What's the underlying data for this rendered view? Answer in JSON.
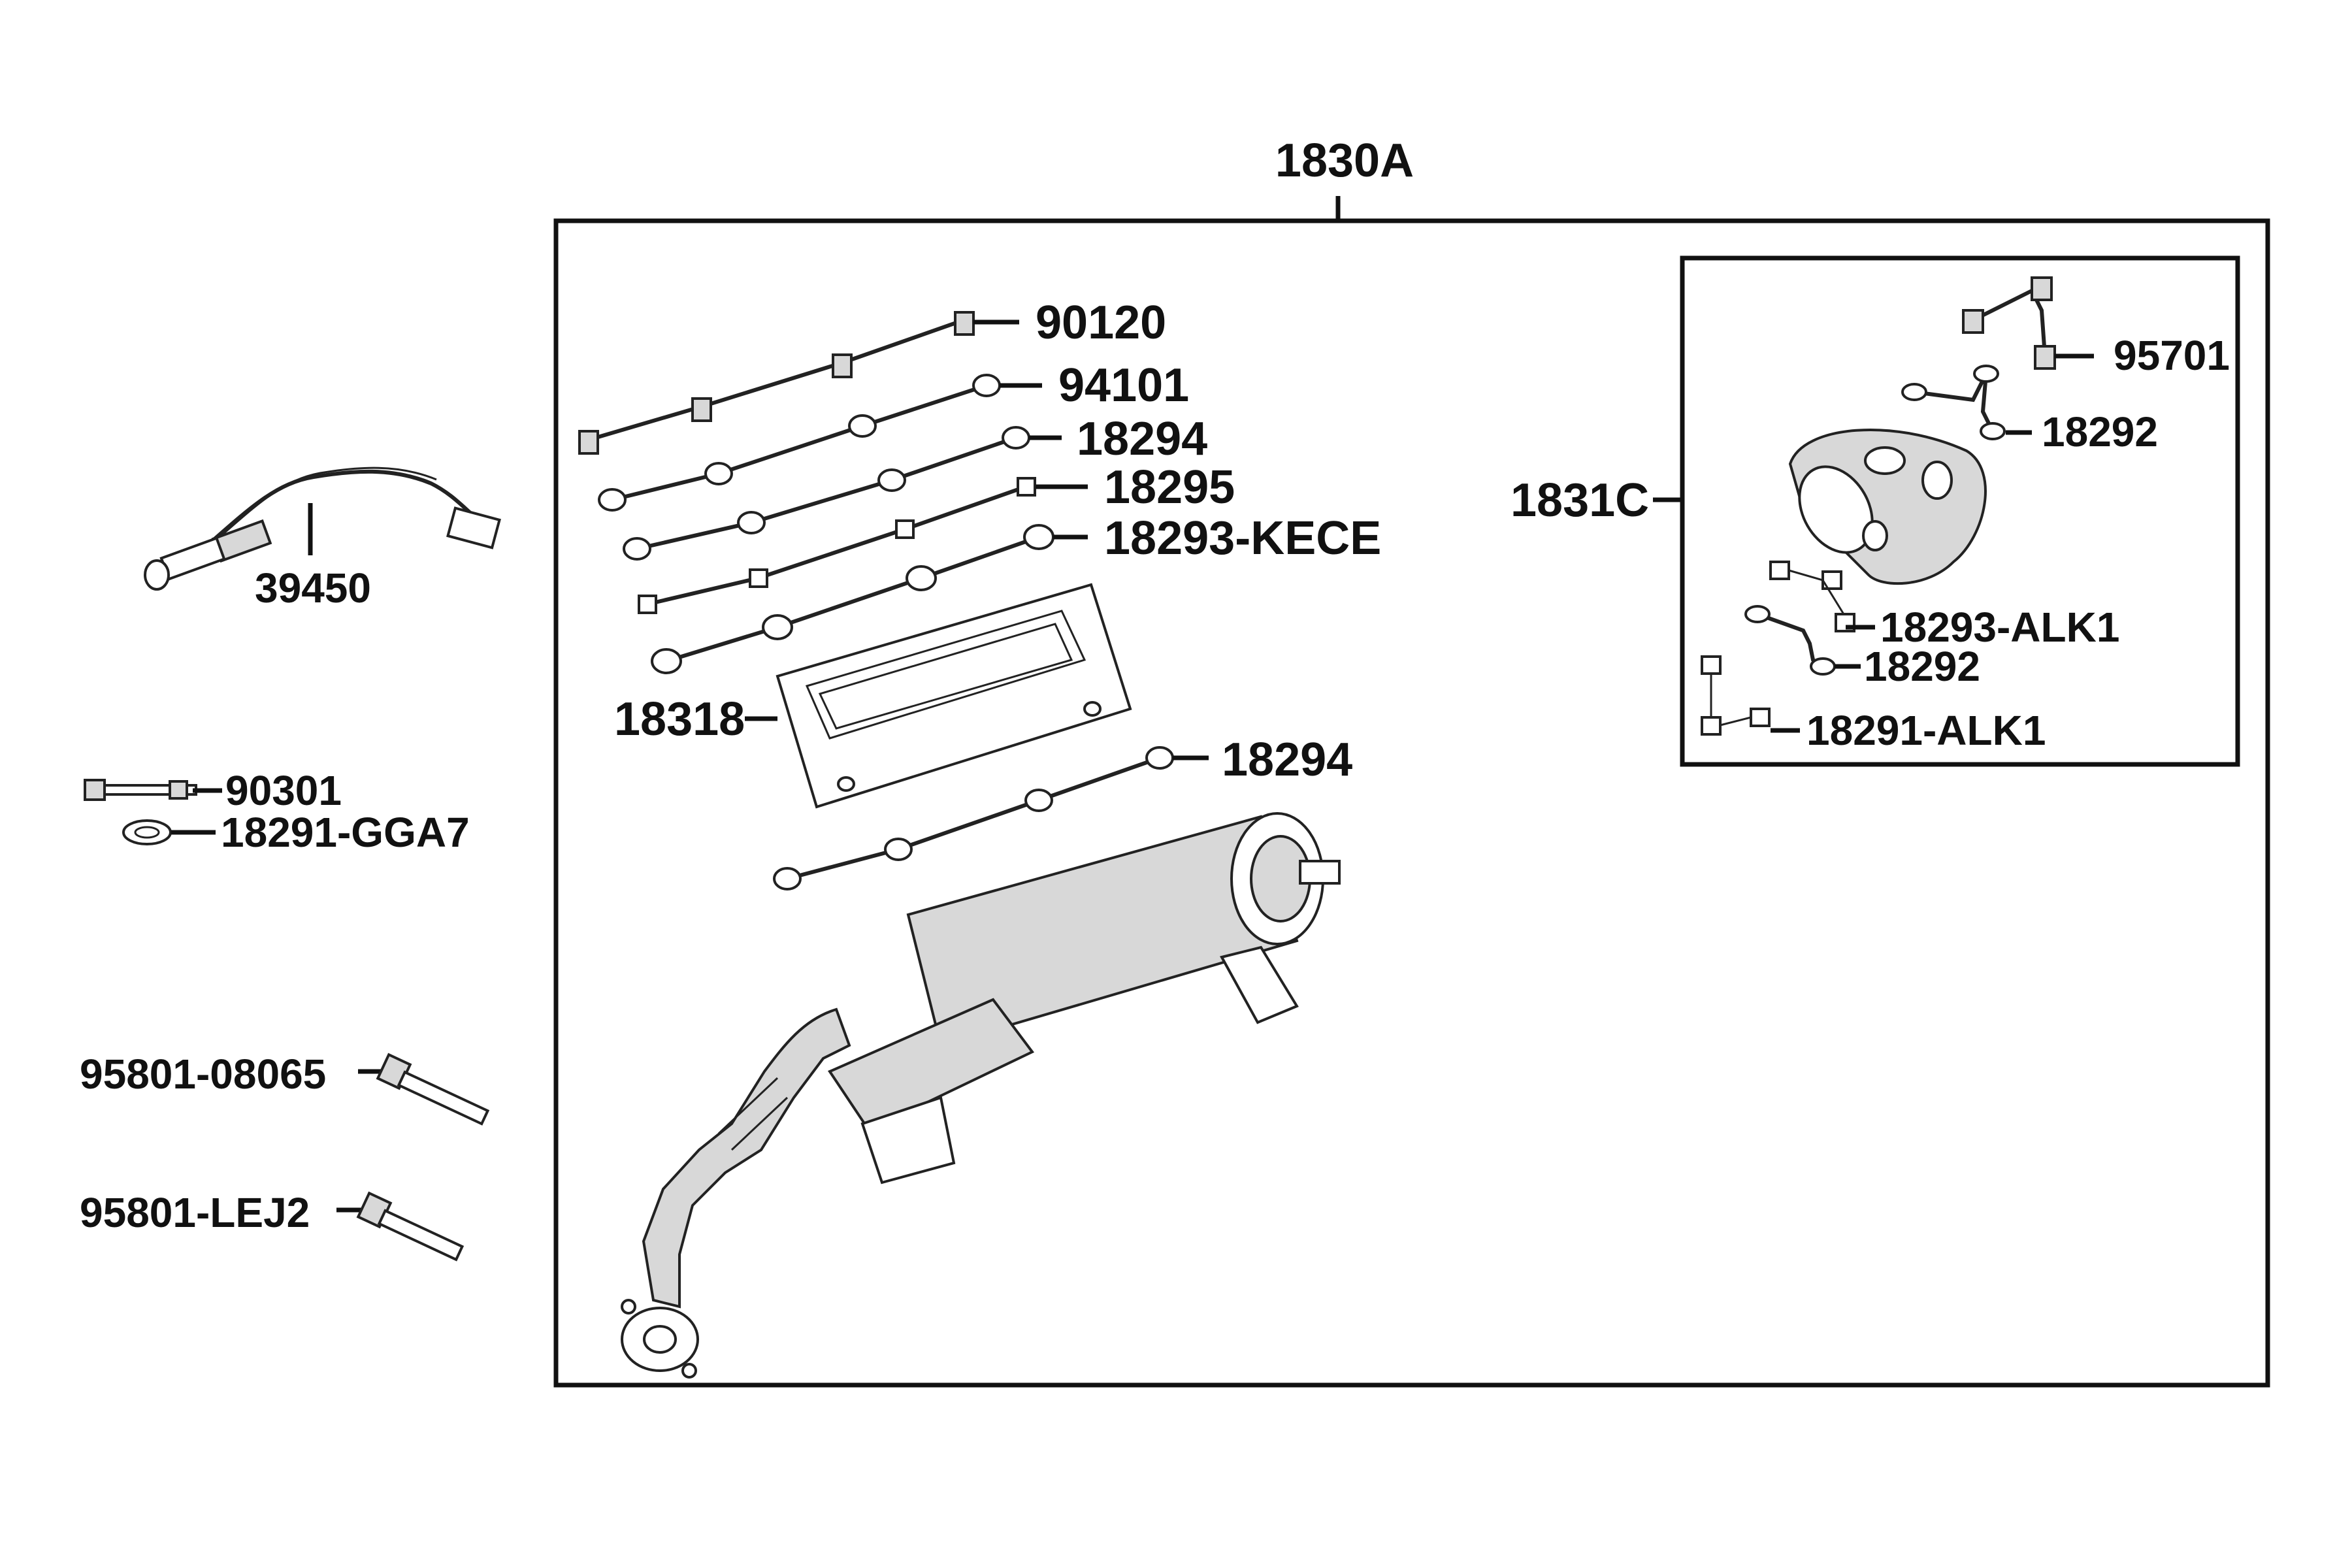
{
  "labels": {
    "assembly": "1830A",
    "sub_assembly": "1831C",
    "sensor": "39450",
    "bolt_small": "90301",
    "washer": "18291-GGA7",
    "bolt_a": "95801-08065",
    "bolt_b": "95801-LEJ2",
    "screws": "90120",
    "nuts": "94101",
    "seal_a": "18294",
    "clamp": "18295",
    "gasket_kece": "18293-KECE",
    "heat_shield": "18318",
    "seal_b": "18294",
    "bolt_c": "95701",
    "bracket_a": "18292",
    "gasket_alk1": "18293-ALK1",
    "bracket_b": "18292",
    "washer_alk1": "18291-ALK1"
  }
}
